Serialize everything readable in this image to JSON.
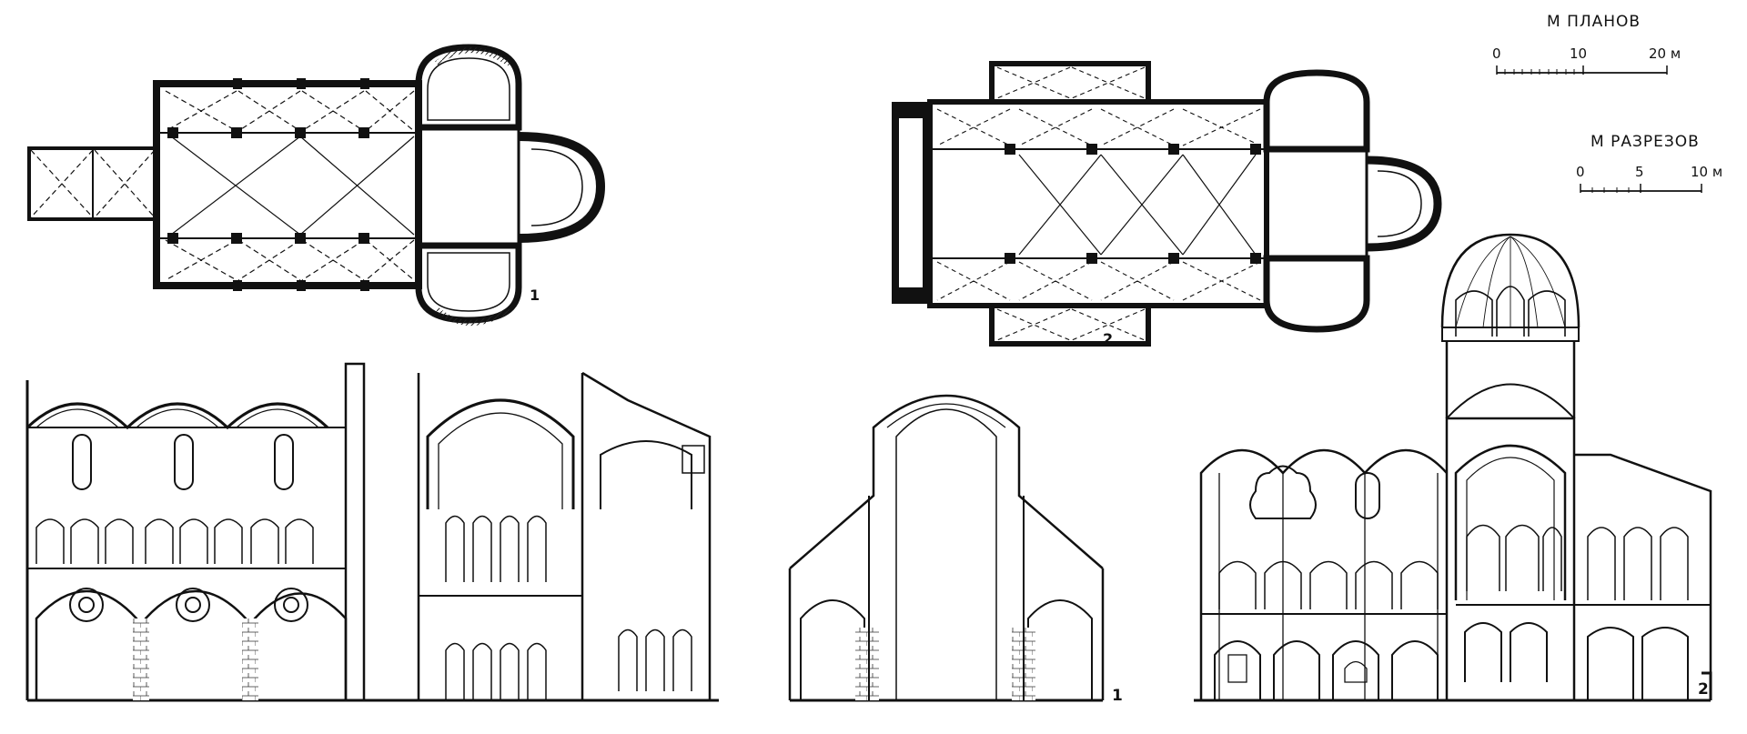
{
  "scales": {
    "plans": {
      "title": "М ПЛАНОВ",
      "ticks": [
        "0",
        "10",
        "20 м"
      ]
    },
    "sections": {
      "title": "М РАЗРЕЗОВ",
      "ticks": [
        "0",
        "5",
        "10 м"
      ]
    }
  },
  "figure_labels": {
    "plan_1": "1",
    "plan_2": "2",
    "section_1": "1",
    "section_2": "2"
  }
}
